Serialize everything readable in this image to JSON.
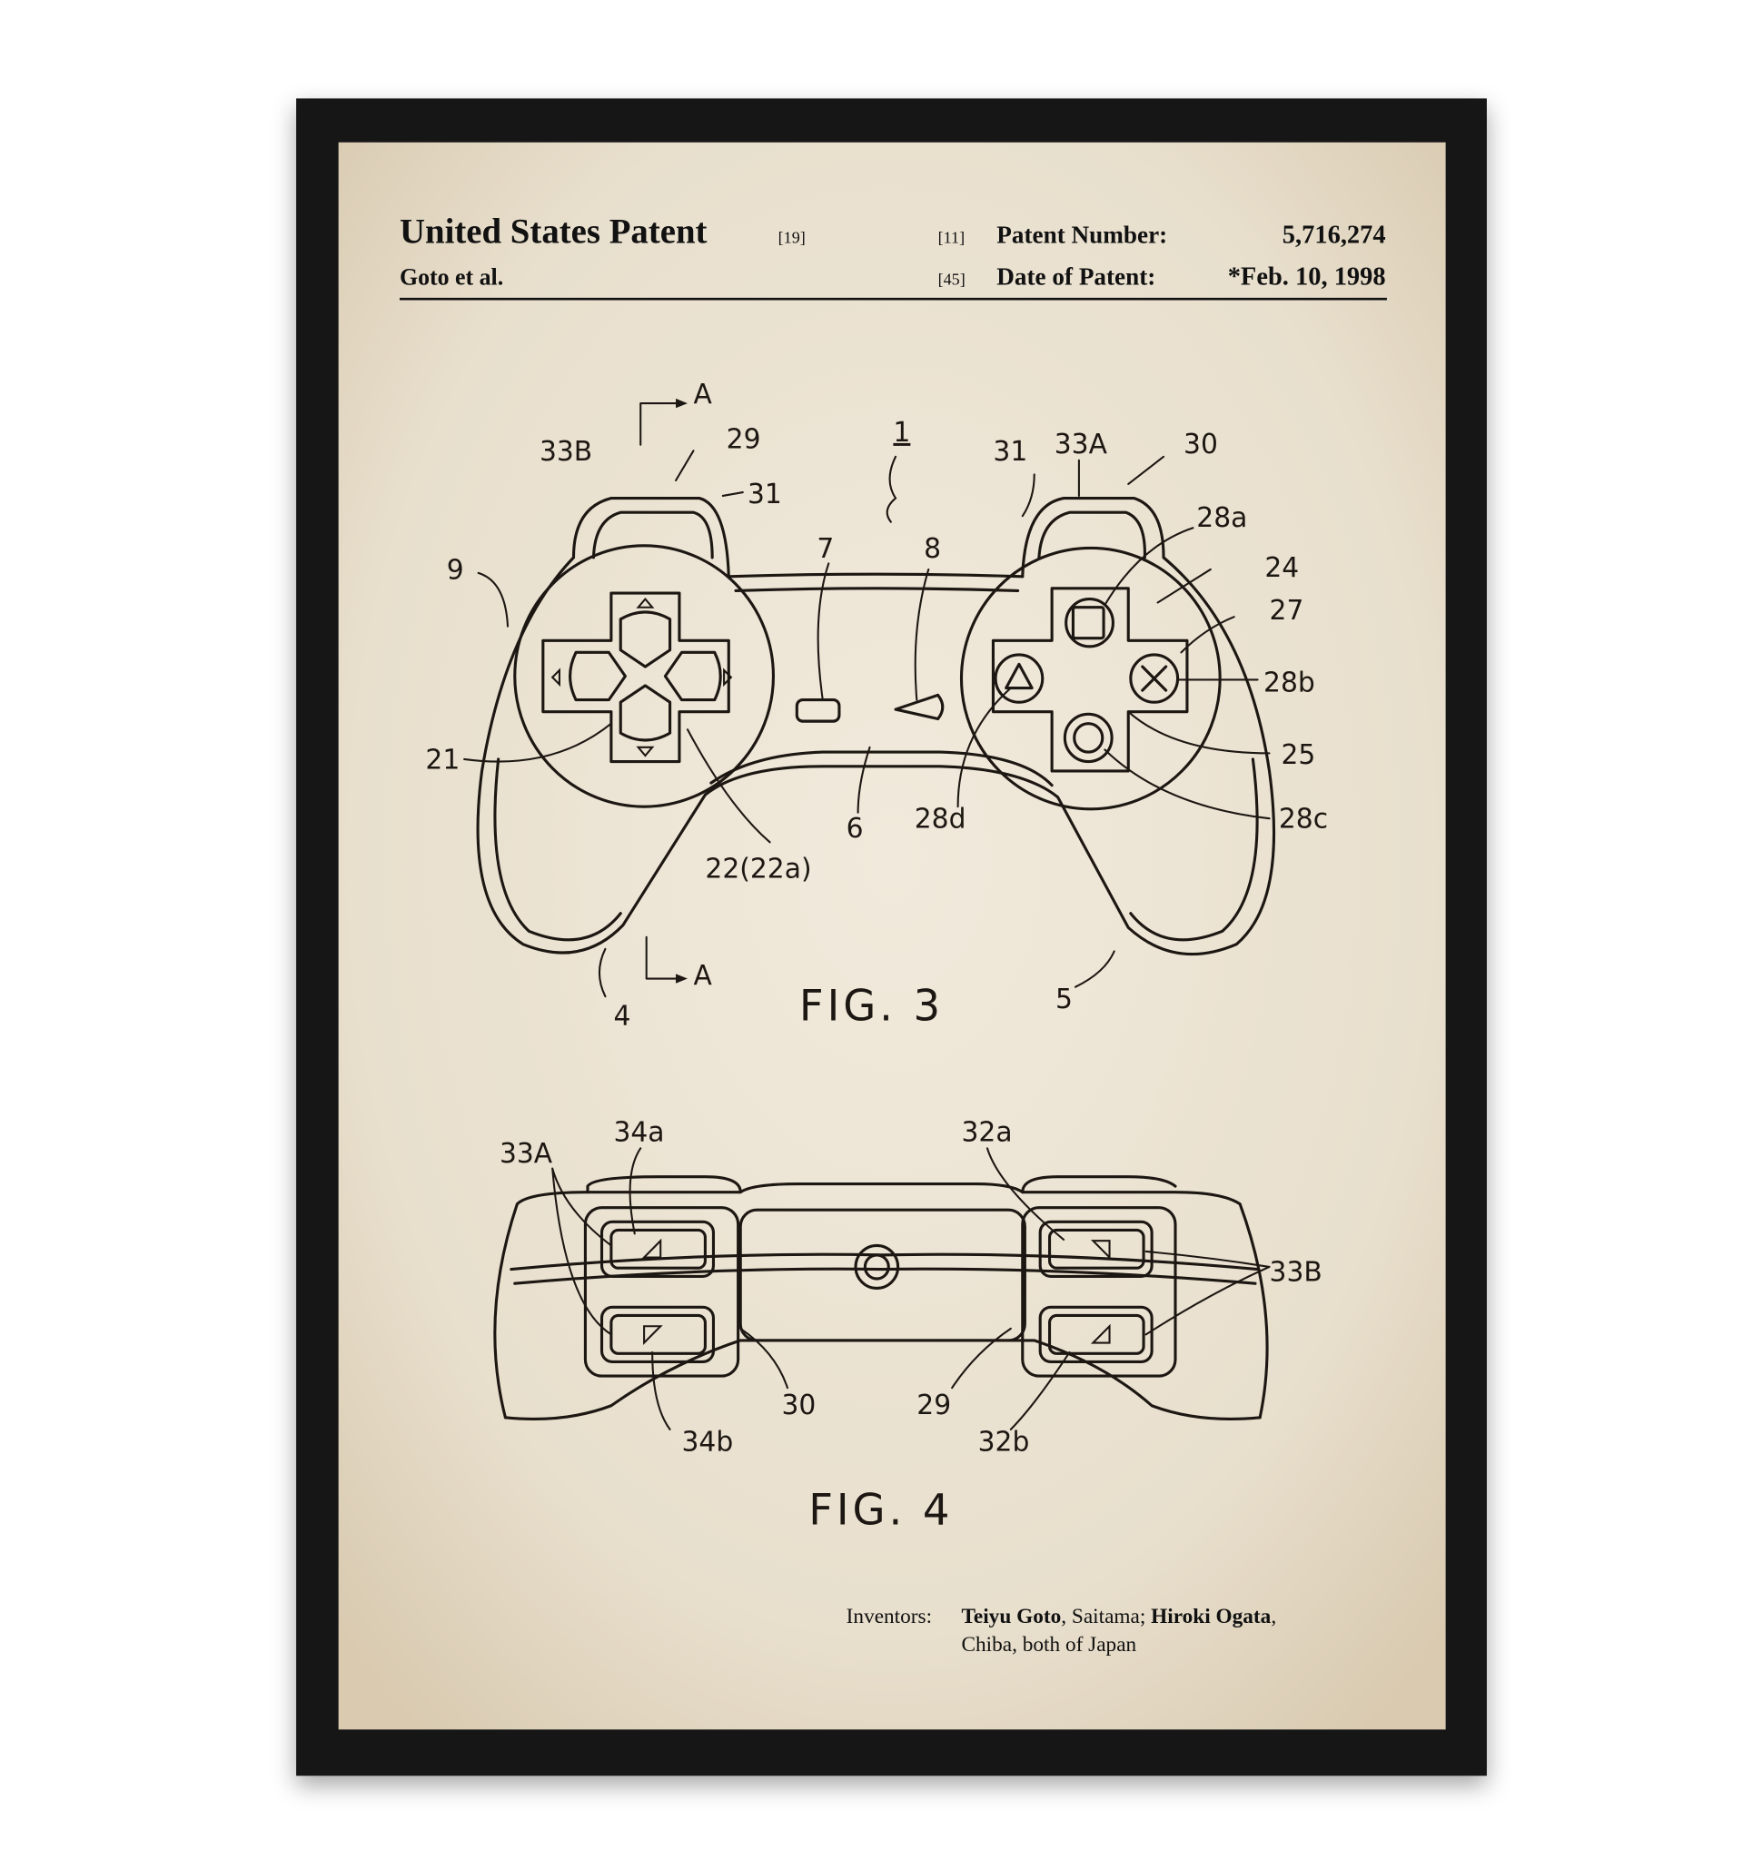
{
  "colors": {
    "frame": "#151515",
    "paper": "#ebe2d2",
    "ink": "#1c1712"
  },
  "header": {
    "title": "United States Patent",
    "title_code": "[19]",
    "assignee": "Goto et al.",
    "number_code": "[11]",
    "number_label": "Patent Number:",
    "number_value": "5,716,274",
    "date_code": "[45]",
    "date_label": "Date of Patent:",
    "date_value": "*Feb. 10, 1998"
  },
  "fig3": {
    "caption": "FIG. 3",
    "labels": [
      "A",
      "33B",
      "29",
      "31",
      "1",
      "31",
      "33A",
      "30",
      "28a",
      "24",
      "9",
      "7",
      "8",
      "27",
      "28b",
      "21",
      "25",
      "28c",
      "28d",
      "6",
      "22(22a)",
      "A",
      "4",
      "5"
    ]
  },
  "fig4": {
    "caption": "FIG. 4",
    "labels": [
      "33A",
      "34a",
      "32a",
      "33B",
      "30",
      "29",
      "34b",
      "32b"
    ]
  },
  "inventors": {
    "label": "Inventors:",
    "name1": "Teiyu Goto",
    "place1": ", Saitama; ",
    "name2": "Hiroki Ogata",
    "place2": ",",
    "line2": "Chiba, both of Japan"
  }
}
